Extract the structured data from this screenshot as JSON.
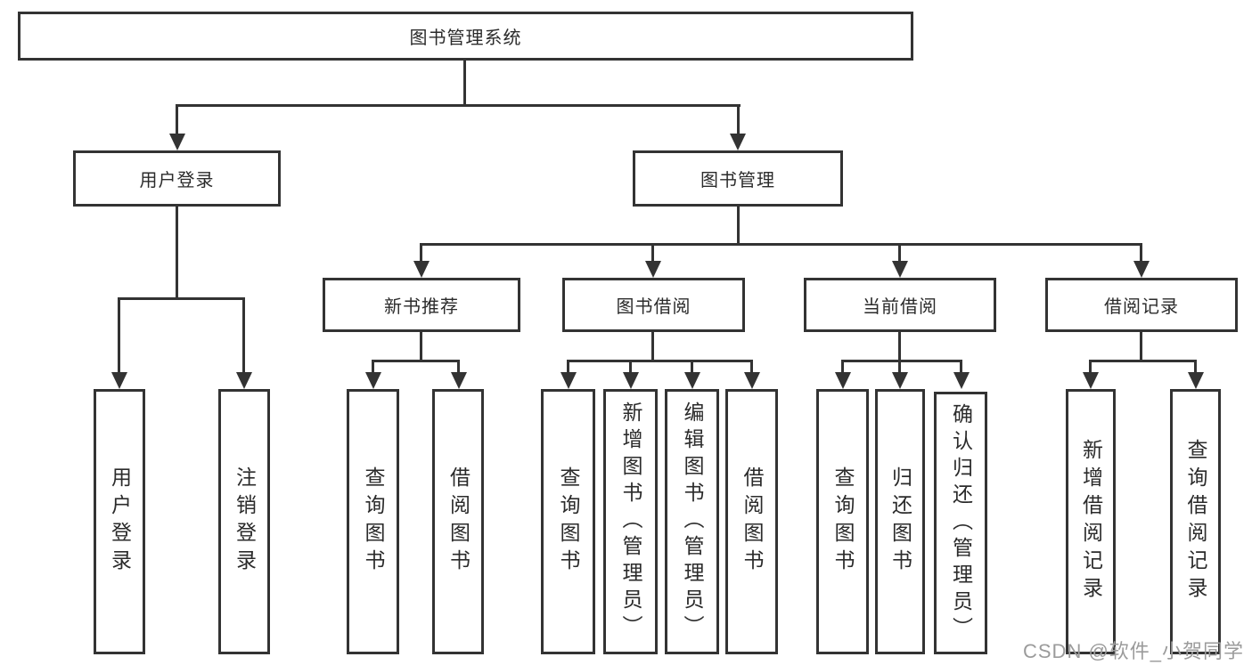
{
  "colors": {
    "line": "#333333",
    "box_background": "#ffffff",
    "text": "#2b2b2b",
    "watermark": "#9b9b9b"
  },
  "watermark": "CSDN @软件_小贺同学",
  "tree": {
    "label": "图书管理系统",
    "children": [
      {
        "label": "用户登录",
        "children": [
          {
            "label": "用户登录"
          },
          {
            "label": "注销登录"
          }
        ]
      },
      {
        "label": "图书管理",
        "children": [
          {
            "label": "新书推荐",
            "children": [
              {
                "label": "查询图书"
              },
              {
                "label": "借阅图书"
              }
            ]
          },
          {
            "label": "图书借阅",
            "children": [
              {
                "label": "查询图书"
              },
              {
                "label": "新增图书（管理员）"
              },
              {
                "label": "编辑图书（管理员）"
              },
              {
                "label": "借阅图书"
              }
            ]
          },
          {
            "label": "当前借阅",
            "children": [
              {
                "label": "查询图书"
              },
              {
                "label": "归还图书"
              },
              {
                "label": "确认归还（管理员）"
              }
            ]
          },
          {
            "label": "借阅记录",
            "children": [
              {
                "label": "新增借阅记录"
              },
              {
                "label": "查询借阅记录"
              }
            ]
          }
        ]
      }
    ]
  }
}
